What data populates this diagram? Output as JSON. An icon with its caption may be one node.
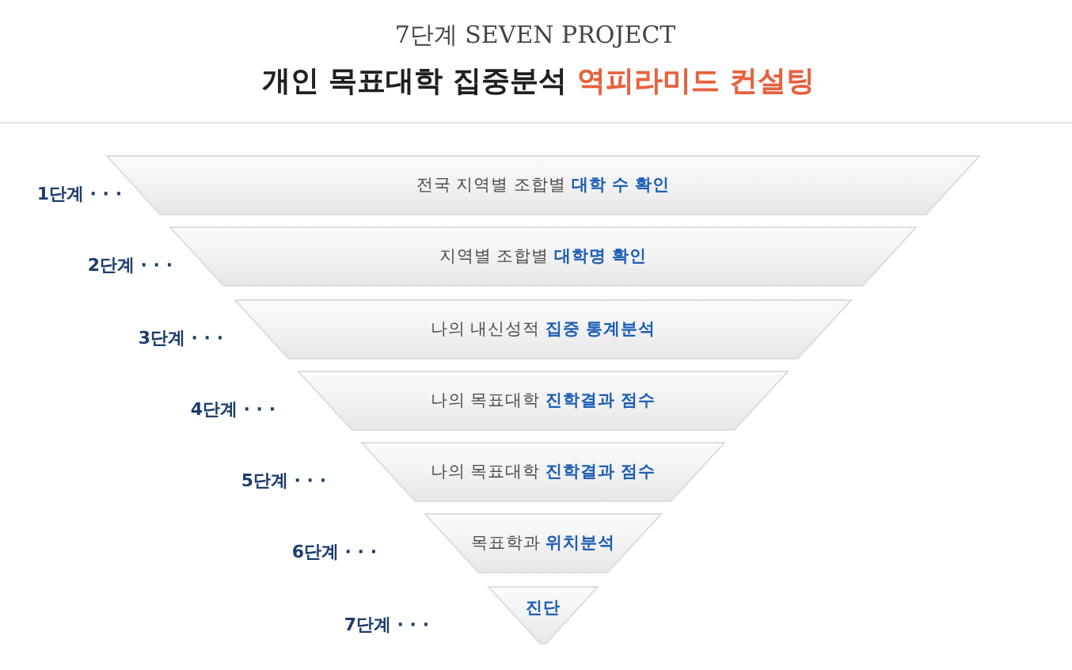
{
  "diagram": {
    "title": "개인 목표대학 집중분석 **역피라미드 컨설팅**",
    "nodes": [
      {
        "text": [
          "전국 지역별 조합별 **대학 수 확인**"
        ],
        "beside": [
          "1단계 · · ·"
        ]
      },
      {
        "text": [
          "지역별 조합별 **대학명 확인**"
        ],
        "beside": [
          "2단계 · · ·"
        ]
      },
      {
        "text": [
          "나의 내신성적 **집중 통계분석**"
        ],
        "beside": [
          "3단계 · · ·"
        ]
      },
      {
        "text": [
          "나의 목표대학 **진학결과 점수**"
        ],
        "beside": [
          "4단계 · · ·"
        ]
      },
      {
        "text": [
          "나의 목표대학 **진학결과 점수**"
        ],
        "beside": [
          "5단계 · · ·"
        ]
      },
      {
        "text": [
          "목표학과 **위치분석**"
        ],
        "beside": [
          "6단계 · · ·"
        ]
      },
      {
        "text": [
          "진단"
        ],
        "beside": [
          "7단계 · · ·"
        ]
      }
    ],
    "labels": [
      "7단계 SEVEN PROJECT"
    ]
  }
}
